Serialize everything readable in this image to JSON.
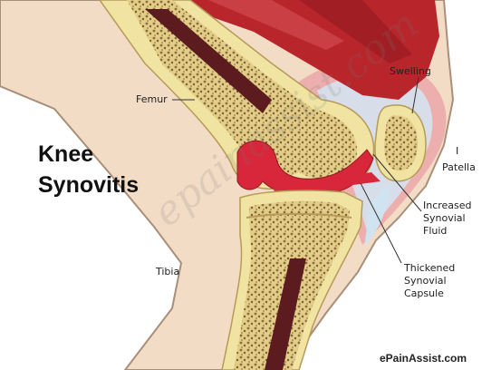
{
  "diagram": {
    "title_line1": "Knee",
    "title_line2": "Synovitis",
    "labels": {
      "femur": "Femur",
      "tibia": "Tibia",
      "swelling": "Swelling",
      "patella": "Patella",
      "patella_marker": "I",
      "fluid_line1": "Increased",
      "fluid_line2": "Synovial",
      "fluid_line3": "Fluid",
      "capsule_line1": "Thickened",
      "capsule_line2": "Synovial",
      "capsule_line3": "Capsule"
    },
    "watermark": "epainassist.com",
    "credit": "ePainAssist.com"
  },
  "colors": {
    "skin": "#f3dcc6",
    "skin_outline": "#a98f7a",
    "bone_cortex": "#f1e3a2",
    "bone_spongy": "#8a6a42",
    "marrow": "#5c1b1e",
    "muscle": "#b8252b",
    "synovium": "#d8263a",
    "fluid": "#cfe3f1",
    "swelling": "#e88b9b"
  }
}
